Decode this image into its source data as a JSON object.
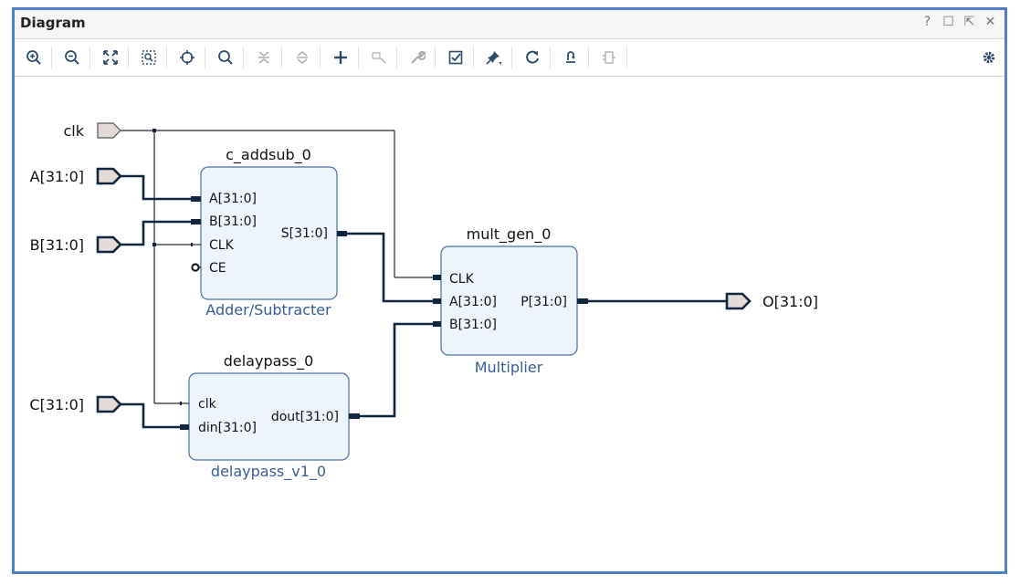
{
  "window": {
    "title": "Diagram"
  },
  "window_controls": [
    "?",
    "☐",
    "⇱",
    "✕"
  ],
  "toolbar": {
    "buttons": [
      {
        "icon": "zoom-in-icon"
      },
      {
        "icon": "zoom-out-icon"
      },
      {
        "icon": "zoom-fit-icon"
      },
      {
        "icon": "zoom-area-icon"
      },
      {
        "icon": "center-icon"
      },
      {
        "icon": "search-icon"
      },
      {
        "icon": "collapse-icon"
      },
      {
        "icon": "expand-icon"
      },
      {
        "icon": "add-ip-icon"
      },
      {
        "icon": "add-port-icon"
      },
      {
        "icon": "wrench-icon"
      },
      {
        "icon": "validate-icon"
      },
      {
        "icon": "pin-icon"
      },
      {
        "icon": "refresh-icon"
      },
      {
        "icon": "regenerate-icon"
      },
      {
        "icon": "ip-block-icon"
      },
      {
        "icon": "settings-icon"
      }
    ]
  },
  "ports": {
    "clk": "clk",
    "a": "A[31:0]",
    "b": "B[31:0]",
    "c": "C[31:0]",
    "o": "O[31:0]"
  },
  "blocks": {
    "addsub": {
      "instance": "c_addsub_0",
      "type": "Adder/Subtracter",
      "pins_in": [
        "A[31:0]",
        "B[31:0]",
        "CLK",
        "CE"
      ],
      "pin_out": "S[31:0]"
    },
    "mult": {
      "instance": "mult_gen_0",
      "type": "Multiplier",
      "pins_in": [
        "CLK",
        "A[31:0]",
        "B[31:0]"
      ],
      "pin_out": "P[31:0]"
    },
    "delay": {
      "instance": "delaypass_0",
      "type": "delaypass_v1_0",
      "pins_in": [
        "clk",
        "din[31:0]"
      ],
      "pin_out": "dout[31:0]"
    }
  },
  "colors": {
    "frame": "#4f7fc8",
    "block_fill": "#eef4fc",
    "block_stroke": "#4a6fa5",
    "type_label": "#3a5c96",
    "bus": "#10263f",
    "wire": "#2a2a2a",
    "port_fill": "#e4dbd6"
  }
}
